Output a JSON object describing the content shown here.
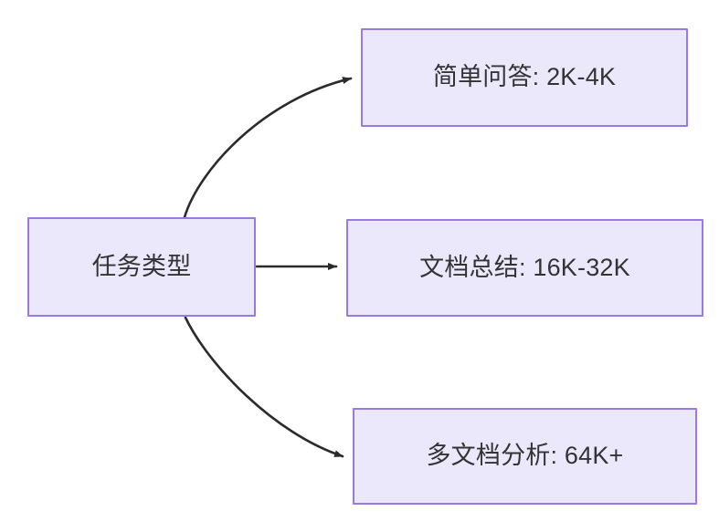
{
  "diagram": {
    "type": "flowchart",
    "orientation": "left-to-right",
    "background_color": "#ffffff",
    "node_fill_color": "#ece8fc",
    "node_border_color": "#9a7ae0",
    "node_text_color": "#333333",
    "edge_color": "#2b2b2b",
    "source": {
      "id": "source",
      "label": "任务类型"
    },
    "targets": [
      {
        "id": "task-1",
        "label": "简单问答: 2K-4K",
        "task": "简单问答",
        "range": "2K-4K"
      },
      {
        "id": "task-2",
        "label": "文档总结: 16K-32K",
        "task": "文档总结",
        "range": "16K-32K"
      },
      {
        "id": "task-3",
        "label": "多文档分析: 64K+",
        "task": "多文档分析",
        "range": "64K+"
      }
    ],
    "edges": [
      {
        "from": "source",
        "to": "task-1",
        "style": "curved-arrow",
        "label": ""
      },
      {
        "from": "source",
        "to": "task-2",
        "style": "straight-arrow",
        "label": ""
      },
      {
        "from": "source",
        "to": "task-3",
        "style": "curved-arrow",
        "label": ""
      }
    ]
  }
}
